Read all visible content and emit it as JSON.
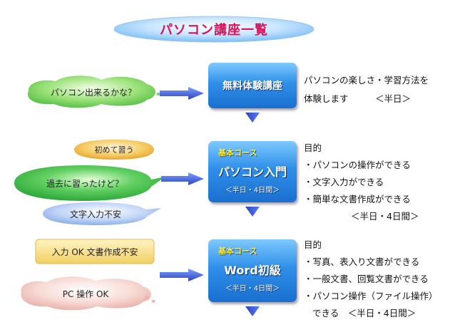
{
  "title": "パソコン講座一覧",
  "colors": {
    "title_ellipse": "#9fd3ff",
    "title_text": "#d4145a",
    "course_box": "#2f8fe8",
    "arrow": "#3b5bd6",
    "bubble_green": "#6ed36e",
    "bubble_orange": "#f5c04a",
    "bubble_blue": "#a9c4f0",
    "bubble_yellow": "#f7df85",
    "bubble_pink": "#f6d3d0"
  },
  "bubbles": {
    "q1": "パソコン出来るかな？",
    "q2": "初めて習う",
    "q3": "過去に習ったけど？",
    "q4": "文字入力不安",
    "q5": "入力 OK  文書作成不安",
    "q6": "PC 操作 OK"
  },
  "courses": {
    "c1": {
      "name": "無料体験講座"
    },
    "c2": {
      "kind": "基本コース",
      "name": "パソコン入門",
      "duration": "＜半日・4日間＞"
    },
    "c3": {
      "kind": "基本コース",
      "name": "Word初級",
      "duration": "＜半日・4日間＞"
    }
  },
  "descriptions": {
    "d1": {
      "line1": "パソコンの楽しさ・学習方法を",
      "line2": "体験します　　　＜半日＞"
    },
    "d2": {
      "heading": "目的",
      "items": [
        "・パソコンの操作ができる",
        "・文字入力ができる",
        "・簡単な文書作成ができる"
      ],
      "duration": "＜半日・4日間＞"
    },
    "d3": {
      "heading": "目的",
      "items": [
        "・写真、表入り文書ができる",
        "・一般文書、回覧文書ができる",
        "・パソコン操作（ファイル操作）"
      ],
      "last": "できる　＜半日・4日間＞"
    }
  }
}
